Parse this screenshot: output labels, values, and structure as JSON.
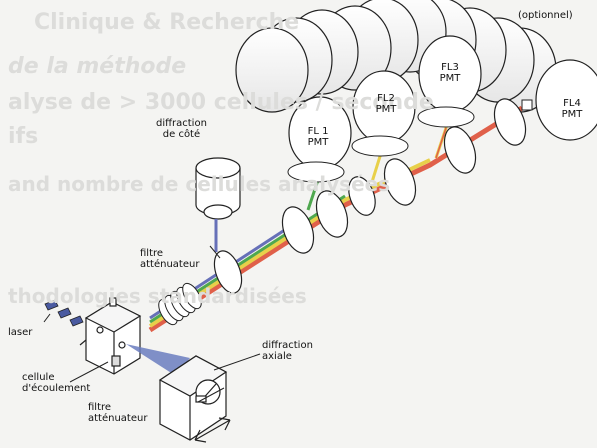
{
  "background_text": {
    "line1": "Clinique & Recherche",
    "line2": "de la méthode",
    "line3": "alyse de > 3000 cellules / seconde",
    "line4": "ifs",
    "line5": "and nombre de cellules analysées",
    "line6": "thodologies standardisées"
  },
  "labels": {
    "optional": "(optionnel)",
    "side_scatter": [
      "diffraction",
      "de côté"
    ],
    "filter_top": [
      "filtre",
      "atténuateur"
    ],
    "laser": "laser",
    "flow_cell": [
      "cellule",
      "d'écoulement"
    ],
    "axial_diffraction": [
      "diffraction",
      "axiale"
    ],
    "filter_bottom": [
      "filtre",
      "atténuateur"
    ]
  },
  "pmts": [
    {
      "name": "FL 1",
      "sub": "PMT"
    },
    {
      "name": "FL2",
      "sub": "PMT"
    },
    {
      "name": "FL3",
      "sub": "PMT"
    },
    {
      "name": "FL4",
      "sub": "PMT"
    }
  ],
  "colors": {
    "beam_red": "#e0604a",
    "beam_yellow": "#e8d04a",
    "beam_green": "#4fa84f",
    "beam_blue": "#6670b8",
    "ink": "#222222"
  }
}
